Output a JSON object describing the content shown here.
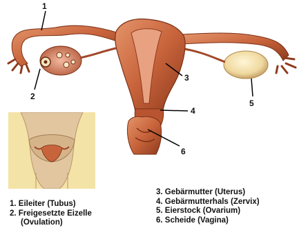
{
  "callouts": [
    {
      "num": "1",
      "target": "fallopian-tube"
    },
    {
      "num": "2",
      "target": "released-egg"
    },
    {
      "num": "3",
      "target": "uterus"
    },
    {
      "num": "4",
      "target": "cervix"
    },
    {
      "num": "5",
      "target": "ovary"
    },
    {
      "num": "6",
      "target": "vagina"
    }
  ],
  "legend_left": [
    {
      "text": "1. Eileiter (Tubus)"
    },
    {
      "text": "2. Freigesetzte Eizelle"
    },
    {
      "text": "(Ovulation)"
    }
  ],
  "legend_right": [
    {
      "text": "3. Gebärmutter (Uterus)"
    },
    {
      "text": "4. Gebärmutterhals (Zervix)"
    },
    {
      "text": "5. Eierstock (Ovarium)"
    },
    {
      "text": "6. Scheide (Vagina)"
    }
  ],
  "colors": {
    "tissue": "#c8643c",
    "tissue_dark": "#8e3a1c",
    "tissue_light": "#e49670",
    "ovary": "#f0dfa0",
    "inset_bg": "#f3e3a6"
  }
}
